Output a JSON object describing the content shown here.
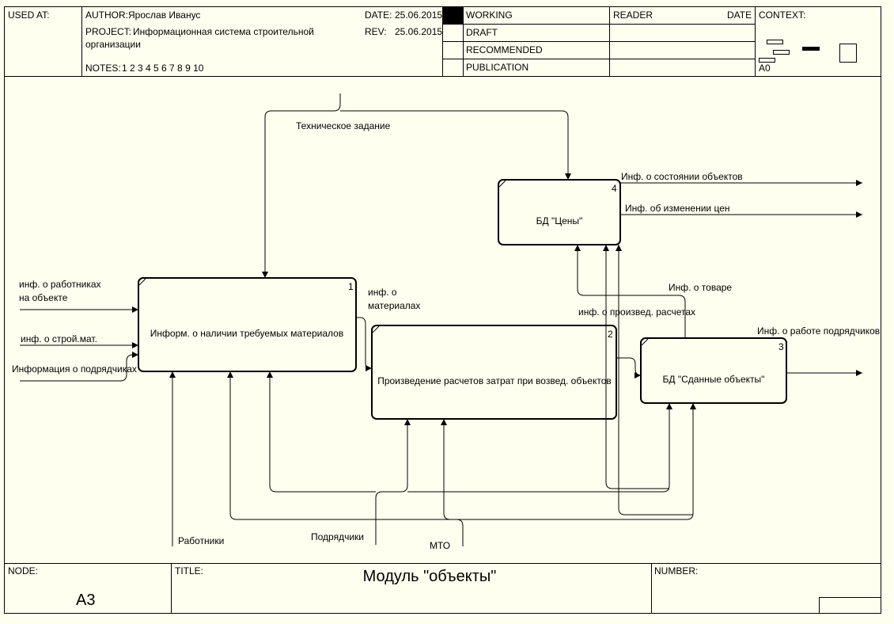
{
  "header": {
    "used_at": "USED AT:",
    "author_label": "AUTHOR:",
    "author": "Ярослав Иванус",
    "project_label": "PROJECT:",
    "project_line1": "Информационная система строительной",
    "project_line2": "организации",
    "date_label": "DATE:",
    "date": "25.06.2015",
    "rev_label": "REV:",
    "rev": "25.06.2015",
    "notes_label": "NOTES:",
    "notes": "1  2  3  4  5  6  7  8  9  10",
    "status": [
      "WORKING",
      "DRAFT",
      "RECOMMENDED",
      "PUBLICATION"
    ],
    "reader": "READER",
    "reader_date": "DATE",
    "context": "CONTEXT:",
    "context_node": "A0"
  },
  "boxes": [
    {
      "id": "1",
      "label": "Информ. о наличии требуемых материалов"
    },
    {
      "id": "2",
      "label": "Произведение расчетов затрат при возвед. объектов"
    },
    {
      "id": "3",
      "label": "БД \"Сданные объекты\""
    },
    {
      "id": "4",
      "label": "БД \"Цены\""
    }
  ],
  "arrows": {
    "tech_task": "Техническое задание",
    "inf_workers_1": "инф. о работниках",
    "inf_workers_2": "на объекте",
    "inf_mat": "инф. о строй.мат.",
    "info_contractors": "Информация о подрядчиках",
    "inf_materials_1": "инф. о",
    "inf_materials_2": "материалах",
    "inf_calc": "инф. о произвед. расчетах",
    "inf_goods": "Инф. о товаре",
    "inf_state": "Инф. о состоянии объектов",
    "inf_prices": "Инф. об изменении цен",
    "inf_contractor_work": "Инф. о работе подрядчиков",
    "workers": "Работники",
    "contractors": "Подрядчики",
    "mto": "МТО"
  },
  "footer": {
    "node_label": "NODE:",
    "node": "А3",
    "title_label": "TITLE:",
    "title": "Модуль \"объекты\"",
    "number_label": "NUMBER:"
  }
}
